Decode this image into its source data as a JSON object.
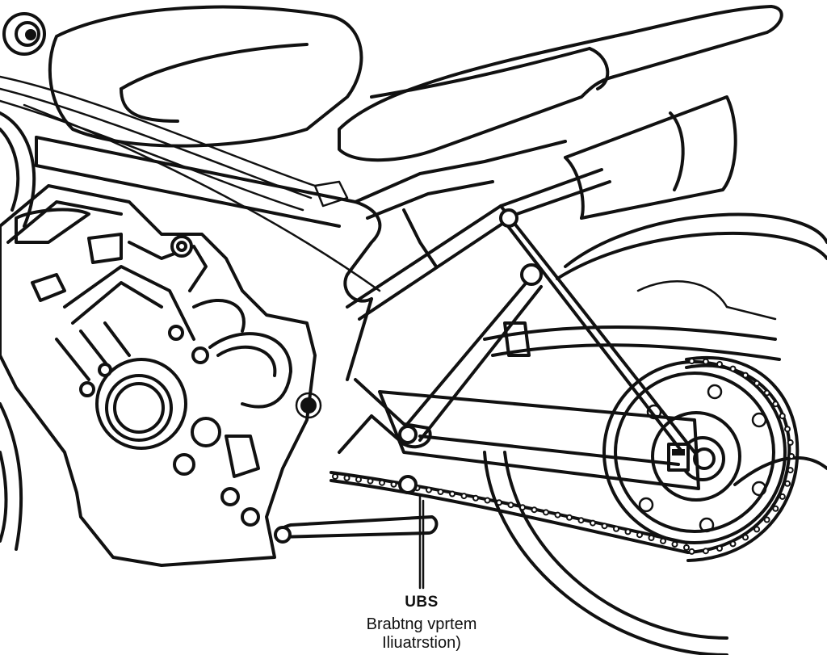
{
  "figure": {
    "subject": "motorcycle-rear-section",
    "colors": {
      "ink": "#111111",
      "paper": "#ffffff"
    }
  },
  "caption": {
    "title": "UBS",
    "line1": "Brabtng vprtem",
    "line2": "Iliuatrstion)"
  },
  "icons": {
    "drive_chain": "chain-links",
    "rear_sprocket": "sprocket-gear",
    "front_sprocket": "engine-sprocket"
  }
}
